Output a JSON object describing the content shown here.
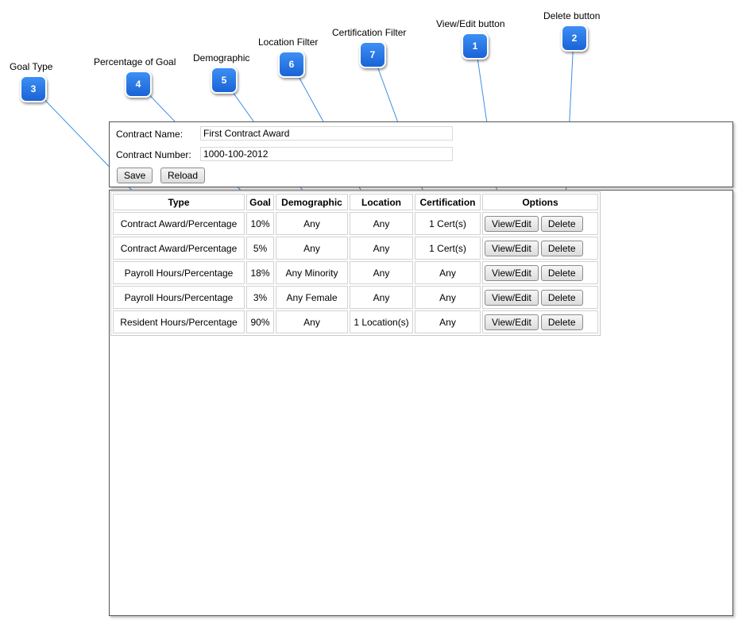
{
  "callouts": [
    {
      "number": "1",
      "label": "View/Edit button"
    },
    {
      "number": "2",
      "label": "Delete button"
    },
    {
      "number": "3",
      "label": "Goal Type"
    },
    {
      "number": "4",
      "label": "Percentage of Goal"
    },
    {
      "number": "5",
      "label": "Demographic"
    },
    {
      "number": "6",
      "label": "Location Filter"
    },
    {
      "number": "7",
      "label": "Certification Filter"
    }
  ],
  "contract": {
    "name_label": "Contract Name:",
    "name_value": "First Contract Award",
    "number_label": "Contract Number:",
    "number_value": "1000-100-2012",
    "save_label": "Save",
    "reload_label": "Reload"
  },
  "table": {
    "headers": [
      "Type",
      "Goal",
      "Demographic",
      "Location",
      "Certification",
      "Options"
    ],
    "view_edit_label": "View/Edit",
    "delete_label": "Delete",
    "rows": [
      {
        "type": "Contract Award/Percentage",
        "goal": "10%",
        "demographic": "Any",
        "location": "Any",
        "certification": "1 Cert(s)"
      },
      {
        "type": "Contract Award/Percentage",
        "goal": "5%",
        "demographic": "Any",
        "location": "Any",
        "certification": "1 Cert(s)"
      },
      {
        "type": "Payroll Hours/Percentage",
        "goal": "18%",
        "demographic": "Any Minority",
        "location": "Any",
        "certification": "Any"
      },
      {
        "type": "Payroll Hours/Percentage",
        "goal": "3%",
        "demographic": "Any Female",
        "location": "Any",
        "certification": "Any"
      },
      {
        "type": "Resident Hours/Percentage",
        "goal": "90%",
        "demographic": "Any",
        "location": "1 Location(s)",
        "certification": "Any"
      }
    ]
  },
  "colors": {
    "badge": "#1f6fe5",
    "callout_line": "#3a8ee6"
  }
}
